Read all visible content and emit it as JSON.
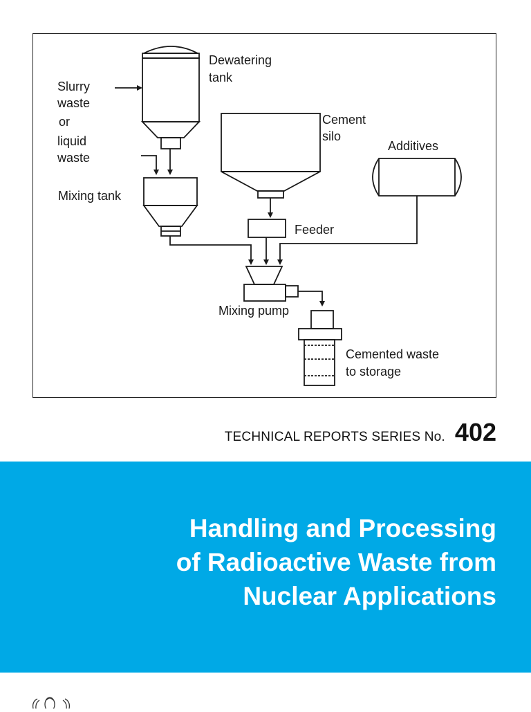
{
  "diagram": {
    "labels": {
      "dewatering_tank_1": "Dewatering",
      "dewatering_tank_2": "tank",
      "slurry_1": "Slurry",
      "slurry_2": "waste",
      "slurry_3": "or",
      "slurry_4": "liquid",
      "slurry_5": "waste",
      "cement_silo_1": "Cement",
      "cement_silo_2": "silo",
      "additives": "Additives",
      "mixing_tank": "Mixing tank",
      "feeder": "Feeder",
      "mixing_pump": "Mixing pump",
      "cemented_waste_1": "Cemented waste",
      "cemented_waste_2": "to storage"
    }
  },
  "series": {
    "label": "TECHNICAL REPORTS SERIES No.",
    "number": "402"
  },
  "title": {
    "line1": "Handling and Processing",
    "line2": "of Radioactive Waste from",
    "line3": "Nuclear Applications"
  },
  "colors": {
    "band": "#00a9e6",
    "title_text": "#ffffff",
    "diagram_line": "#1a1a1a"
  },
  "icons": {
    "logo": "iaea-emblem-icon"
  }
}
